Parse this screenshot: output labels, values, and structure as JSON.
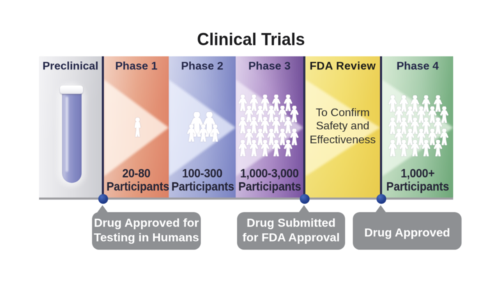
{
  "title": "Clinical Trials",
  "columns": [
    {
      "id": "preclinical",
      "label": "Preclinical",
      "icon": "test-tube-icon"
    },
    {
      "id": "phase1",
      "label": "Phase 1",
      "participants_line1": "20-80",
      "participants_line2": "Participants",
      "icon": "single-person-icon"
    },
    {
      "id": "phase2",
      "label": "Phase 2",
      "participants_line1": "100-300",
      "participants_line2": "Participants",
      "icon": "family-group-icon"
    },
    {
      "id": "phase3",
      "label": "Phase 3",
      "participants_line1": "1,000-3,000",
      "participants_line2": "Participants",
      "icon": "crowd-icon"
    },
    {
      "id": "fda",
      "label": "FDA Review",
      "body_line1": "To Confirm",
      "body_line2": "Safety and",
      "body_line3": "Effectiveness"
    },
    {
      "id": "phase4",
      "label": "Phase 4",
      "participants_line1": "1,000+",
      "participants_line2": "Participants",
      "icon": "crowd-icon"
    }
  ],
  "callouts": [
    {
      "line1": "Drug Approved for",
      "line2": "Testing in Humans"
    },
    {
      "line1": "Drug Submitted",
      "line2": "for FDA Approval"
    },
    {
      "line1": "Drug Approved"
    }
  ],
  "colors": {
    "phase1": "#d05f41",
    "phase2": "#6b78bd",
    "phase3": "#7b55a2",
    "fda_review": "#e9cb4f",
    "phase4": "#6fae79",
    "preclinical": "#c3c3c9",
    "milestone_dot": "#24418f",
    "callout_gray": "#8e9093",
    "timeline_gray": "#9e9ea2"
  }
}
